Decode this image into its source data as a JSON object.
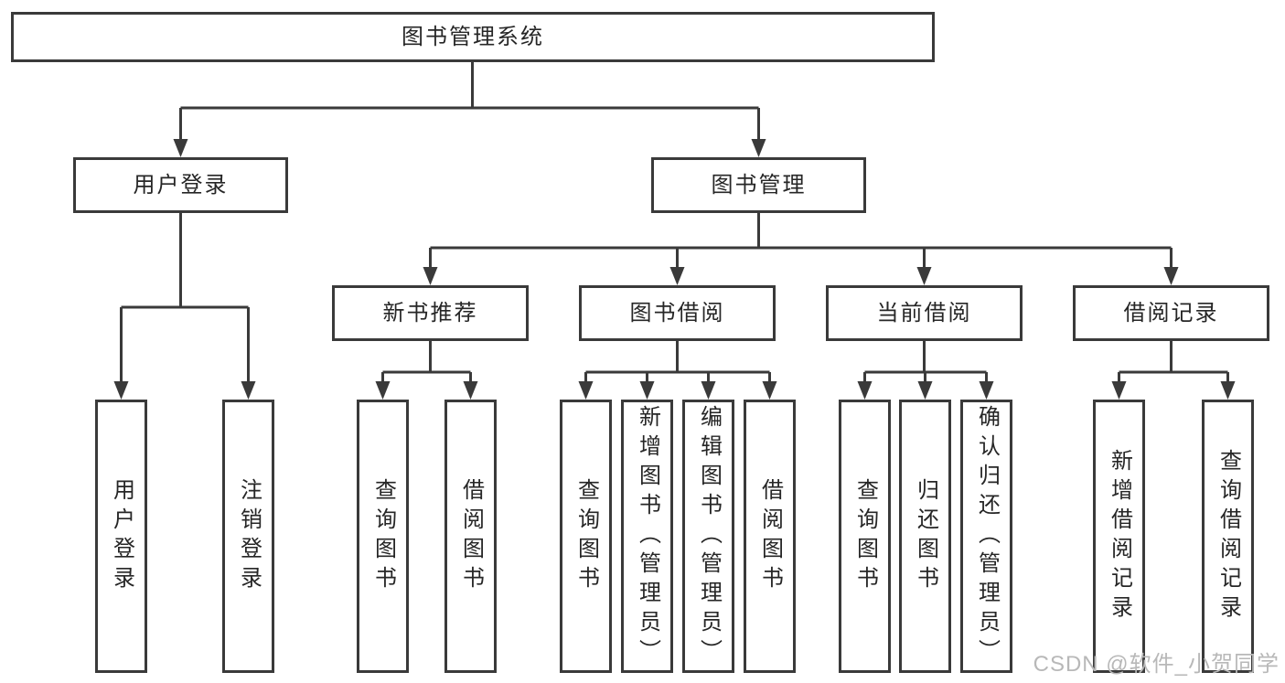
{
  "nodes": {
    "root": {
      "label": "图书管理系统"
    },
    "user_login": {
      "label": "用户登录"
    },
    "book_mgmt": {
      "label": "图书管理"
    },
    "new_book_rec": {
      "label": "新书推荐"
    },
    "book_borrow": {
      "label": "图书借阅"
    },
    "current_borrow": {
      "label": "当前借阅"
    },
    "borrow_records": {
      "label": "借阅记录"
    },
    "leaf_user_login": {
      "label": "用户登录"
    },
    "leaf_logout": {
      "label": "注销登录"
    },
    "leaf_rec_query_books": {
      "label": "查询图书"
    },
    "leaf_rec_borrow_books": {
      "label": "借阅图书"
    },
    "leaf_bb_query_books": {
      "label": "查询图书"
    },
    "leaf_bb_add_books": {
      "label": "新增图书（管理员）"
    },
    "leaf_bb_edit_books": {
      "label": "编辑图书（管理员）"
    },
    "leaf_bb_borrow_books": {
      "label": "借阅图书"
    },
    "leaf_cb_query_books": {
      "label": "查询图书"
    },
    "leaf_cb_return_books": {
      "label": "归还图书"
    },
    "leaf_cb_confirm_return": {
      "label": "确认归还（管理员）"
    },
    "leaf_br_add_record": {
      "label": "新增借阅记录"
    },
    "leaf_br_query_record": {
      "label": "查询借阅记录"
    }
  },
  "edges": [
    {
      "from": "图书管理系统",
      "to": "用户登录"
    },
    {
      "from": "图书管理系统",
      "to": "图书管理"
    },
    {
      "from": "用户登录",
      "to": "用户登录"
    },
    {
      "from": "用户登录",
      "to": "注销登录"
    },
    {
      "from": "图书管理",
      "to": "新书推荐"
    },
    {
      "from": "图书管理",
      "to": "图书借阅"
    },
    {
      "from": "图书管理",
      "to": "当前借阅"
    },
    {
      "from": "图书管理",
      "to": "借阅记录"
    },
    {
      "from": "新书推荐",
      "to": "查询图书"
    },
    {
      "from": "新书推荐",
      "to": "借阅图书"
    },
    {
      "from": "图书借阅",
      "to": "查询图书"
    },
    {
      "from": "图书借阅",
      "to": "新增图书（管理员）"
    },
    {
      "from": "图书借阅",
      "to": "编辑图书（管理员）"
    },
    {
      "from": "图书借阅",
      "to": "借阅图书"
    },
    {
      "from": "当前借阅",
      "to": "查询图书"
    },
    {
      "from": "当前借阅",
      "to": "归还图书"
    },
    {
      "from": "当前借阅",
      "to": "确认归还（管理员）"
    },
    {
      "from": "借阅记录",
      "to": "新增借阅记录"
    },
    {
      "from": "借阅记录",
      "to": "查询借阅记录"
    }
  ],
  "watermark": {
    "text": "CSDN @软件_小贺同学",
    "color": "#b8b8b8"
  },
  "colors": {
    "line": "#3a3a3a",
    "text": "#262626",
    "box_background": "#ffffff",
    "page_background": "#ffffff"
  }
}
